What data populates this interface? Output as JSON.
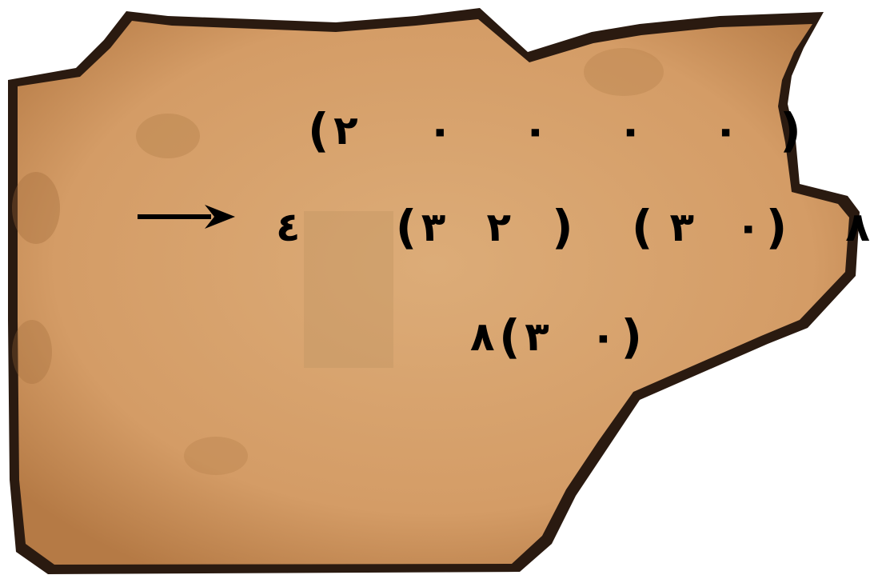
{
  "lines": {
    "line_1": {
      "open_paren": "(",
      "tokens": [
        "٠",
        "٠",
        "٠",
        "٠"
      ],
      "last_digit": "٢",
      "close_paren": ")"
    },
    "line_2": {
      "left_digit": "٤",
      "group_a": {
        "open_paren": "(",
        "first": "٣",
        "second": "٢",
        "close_paren": ")"
      },
      "group_b": {
        "open_paren": "(",
        "first": "٣",
        "second": "٠",
        "close_paren": ")"
      },
      "right_digit": "٨"
    },
    "line_3": {
      "left_digit": "٨",
      "open_paren": "(",
      "first": "٣",
      "second": "٠",
      "close_paren": ")"
    }
  },
  "icons": {
    "arrow": "arrow-right-icon"
  },
  "colors": {
    "parchment": "#d9a46f",
    "burnt_edge": "#2a1a10",
    "ink": "#000000",
    "blank_box": "#c49664"
  }
}
